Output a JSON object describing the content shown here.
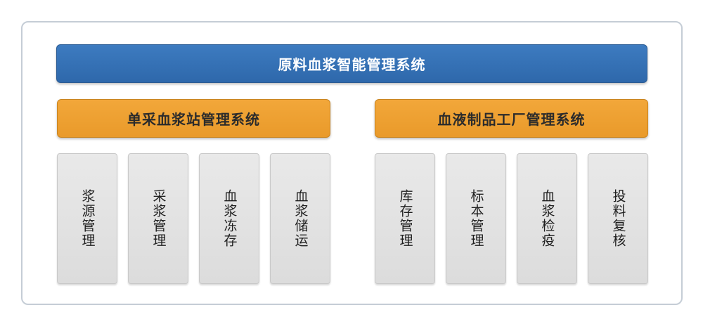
{
  "title": "原料血浆智能管理系统",
  "systems": [
    {
      "name": "单采血浆站管理系统",
      "modules": [
        "浆源管理",
        "采浆管理",
        "血浆冻存",
        "血浆储运"
      ]
    },
    {
      "name": "血液制品工厂管理系统",
      "modules": [
        "库存管理",
        "标本管理",
        "血浆检疫",
        "投料复核"
      ]
    }
  ],
  "colors": {
    "title_bar": "#2e68ab",
    "sub_bar": "#e99a2a",
    "module_box": "#dcdcdc",
    "frame_border": "#c5cdd6"
  }
}
